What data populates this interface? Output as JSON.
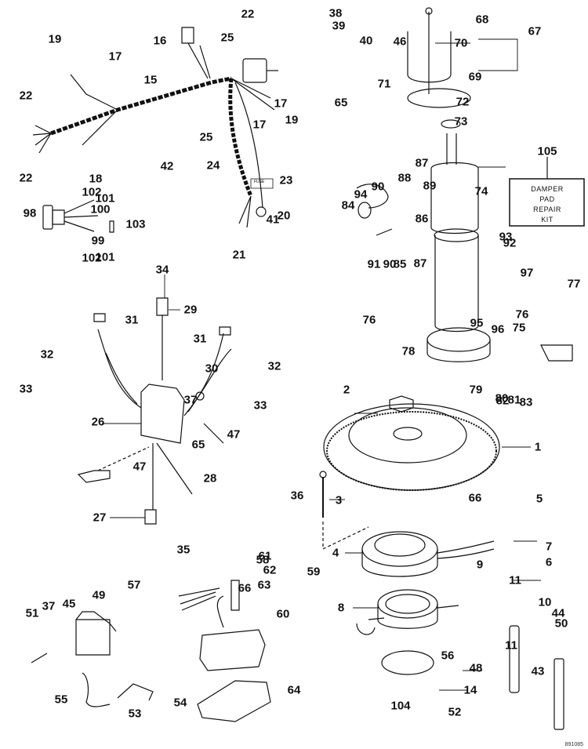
{
  "diagram": {
    "title": "Ignition / Electrical / Starter exploded parts view",
    "reference_code": "891085",
    "kit_box": {
      "number": "105",
      "lines": [
        "DAMPER",
        "PAD",
        "REPAIR",
        "KIT"
      ]
    },
    "fuse_tag": "FUSE",
    "callouts": [
      {
        "n": "1"
      },
      {
        "n": "2"
      },
      {
        "n": "3"
      },
      {
        "n": "4"
      },
      {
        "n": "5"
      },
      {
        "n": "6"
      },
      {
        "n": "7"
      },
      {
        "n": "8"
      },
      {
        "n": "9"
      },
      {
        "n": "10"
      },
      {
        "n": "11"
      },
      {
        "n": "11"
      },
      {
        "n": "14"
      },
      {
        "n": "15"
      },
      {
        "n": "16"
      },
      {
        "n": "17"
      },
      {
        "n": "17"
      },
      {
        "n": "17"
      },
      {
        "n": "18"
      },
      {
        "n": "19"
      },
      {
        "n": "19"
      },
      {
        "n": "20"
      },
      {
        "n": "21"
      },
      {
        "n": "22"
      },
      {
        "n": "22"
      },
      {
        "n": "22"
      },
      {
        "n": "23"
      },
      {
        "n": "24"
      },
      {
        "n": "25"
      },
      {
        "n": "25"
      },
      {
        "n": "26"
      },
      {
        "n": "27"
      },
      {
        "n": "28"
      },
      {
        "n": "29"
      },
      {
        "n": "30"
      },
      {
        "n": "31"
      },
      {
        "n": "31"
      },
      {
        "n": "32"
      },
      {
        "n": "32"
      },
      {
        "n": "33"
      },
      {
        "n": "33"
      },
      {
        "n": "34"
      },
      {
        "n": "35"
      },
      {
        "n": "36"
      },
      {
        "n": "37"
      },
      {
        "n": "37"
      },
      {
        "n": "38"
      },
      {
        "n": "39"
      },
      {
        "n": "40"
      },
      {
        "n": "41"
      },
      {
        "n": "42"
      },
      {
        "n": "43"
      },
      {
        "n": "44"
      },
      {
        "n": "45"
      },
      {
        "n": "46"
      },
      {
        "n": "47"
      },
      {
        "n": "47"
      },
      {
        "n": "48"
      },
      {
        "n": "49"
      },
      {
        "n": "50"
      },
      {
        "n": "51"
      },
      {
        "n": "52"
      },
      {
        "n": "53"
      },
      {
        "n": "54"
      },
      {
        "n": "55"
      },
      {
        "n": "56"
      },
      {
        "n": "57"
      },
      {
        "n": "58"
      },
      {
        "n": "59"
      },
      {
        "n": "60"
      },
      {
        "n": "61"
      },
      {
        "n": "62"
      },
      {
        "n": "63"
      },
      {
        "n": "64"
      },
      {
        "n": "65"
      },
      {
        "n": "65"
      },
      {
        "n": "66"
      },
      {
        "n": "66"
      },
      {
        "n": "67"
      },
      {
        "n": "68"
      },
      {
        "n": "69"
      },
      {
        "n": "70"
      },
      {
        "n": "71"
      },
      {
        "n": "72"
      },
      {
        "n": "73"
      },
      {
        "n": "74"
      },
      {
        "n": "75"
      },
      {
        "n": "76"
      },
      {
        "n": "76"
      },
      {
        "n": "77"
      },
      {
        "n": "78"
      },
      {
        "n": "79"
      },
      {
        "n": "80"
      },
      {
        "n": "81"
      },
      {
        "n": "82"
      },
      {
        "n": "83"
      },
      {
        "n": "84"
      },
      {
        "n": "85"
      },
      {
        "n": "86"
      },
      {
        "n": "87"
      },
      {
        "n": "87"
      },
      {
        "n": "88"
      },
      {
        "n": "89"
      },
      {
        "n": "90"
      },
      {
        "n": "90"
      },
      {
        "n": "91"
      },
      {
        "n": "92"
      },
      {
        "n": "93"
      },
      {
        "n": "94"
      },
      {
        "n": "95"
      },
      {
        "n": "96"
      },
      {
        "n": "97"
      },
      {
        "n": "98"
      },
      {
        "n": "99"
      },
      {
        "n": "100"
      },
      {
        "n": "101"
      },
      {
        "n": "101"
      },
      {
        "n": "102"
      },
      {
        "n": "102"
      },
      {
        "n": "103"
      },
      {
        "n": "104"
      },
      {
        "n": "105"
      }
    ]
  }
}
